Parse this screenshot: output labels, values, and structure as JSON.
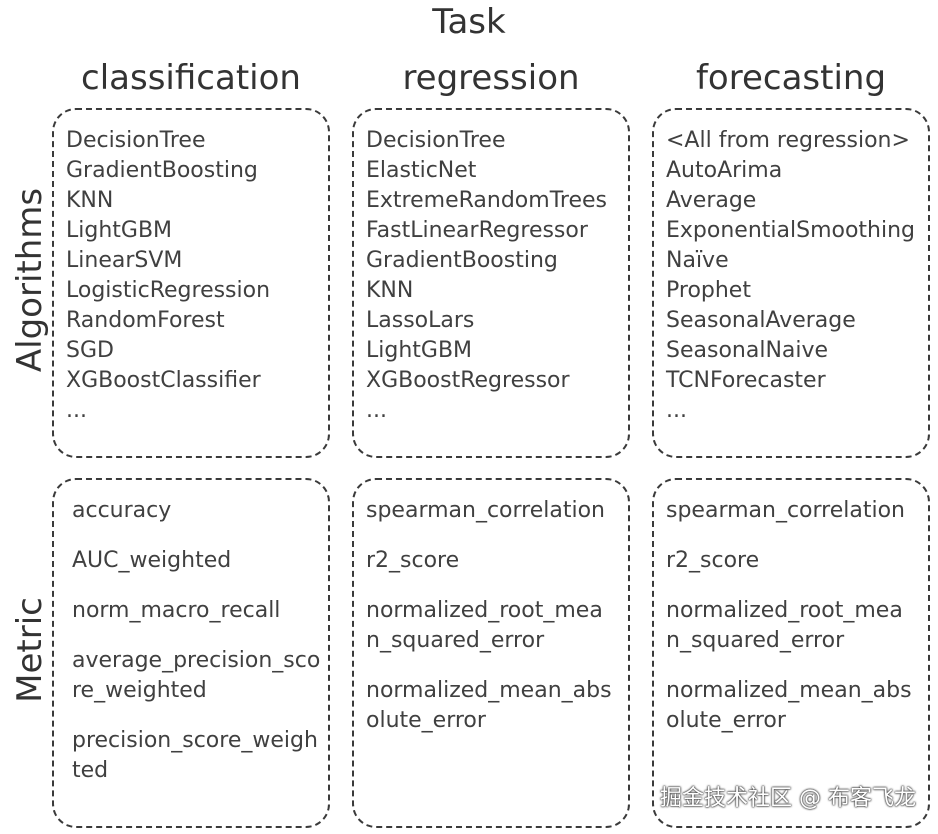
{
  "title": "Task",
  "columns": [
    "classification",
    "regression",
    "forecasting"
  ],
  "rows": [
    "Algorithms",
    "Metric"
  ],
  "algorithms": {
    "classification": [
      "DecisionTree",
      "GradientBoosting",
      "KNN",
      "LightGBM",
      "LinearSVM",
      "LogisticRegression",
      "RandomForest",
      "SGD",
      "XGBoostClassifier",
      "..."
    ],
    "regression": [
      "DecisionTree",
      "ElasticNet",
      "ExtremeRandomTrees",
      "FastLinearRegressor",
      "GradientBoosting",
      "KNN",
      "LassoLars",
      "LightGBM",
      "XGBoostRegressor",
      "..."
    ],
    "forecasting": [
      "<All from regression>",
      "AutoArima",
      "Average",
      "ExponentialSmoothing",
      "Naïve",
      "Prophet",
      "SeasonalAverage",
      "SeasonalNaive",
      "TCNForecaster",
      "..."
    ]
  },
  "metrics": {
    "classification": [
      "accuracy",
      "AUC_weighted",
      "norm_macro_recall",
      "average_precision_score_weighted",
      "precision_score_weighted"
    ],
    "regression": [
      "spearman_correlation",
      "r2_score",
      "normalized_root_mean_squared_error",
      "normalized_mean_absolute_error"
    ],
    "forecasting": [
      "spearman_correlation",
      "r2_score",
      "normalized_root_mean_squared_error",
      "normalized_mean_absolute_error"
    ]
  },
  "watermark": "掘金技术社区 @ 布客飞龙"
}
